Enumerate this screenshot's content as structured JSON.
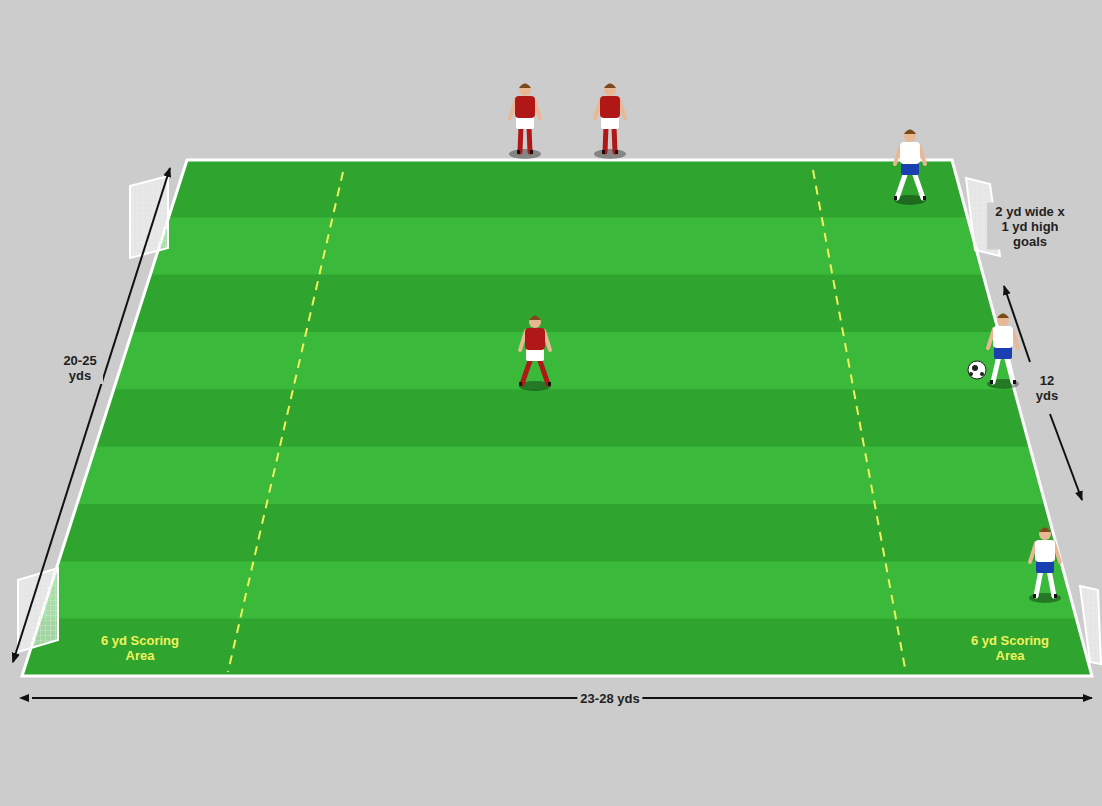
{
  "diagram": {
    "labels": [
      "2 yd wide x 1 yd high goals",
      "12 yds",
      "20-25 yds",
      "23-28 yds",
      "6 yd Scoring Area",
      "6 yd Scoring Area"
    ]
  }
}
